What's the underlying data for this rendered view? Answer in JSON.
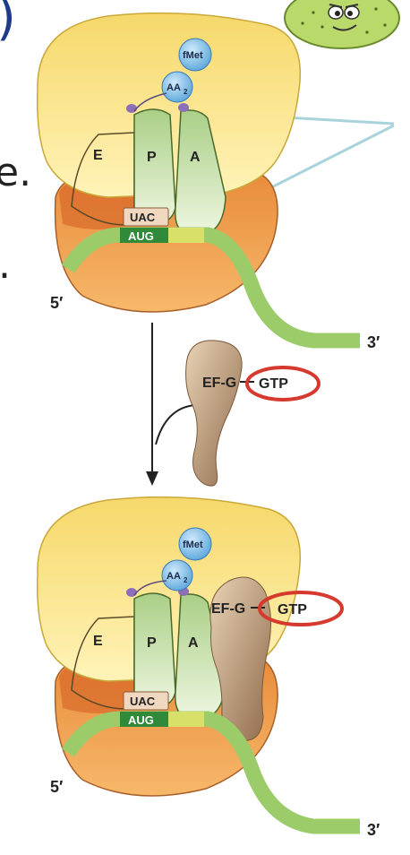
{
  "fragments": {
    "paren": ")",
    "e_dot": "e.",
    "dot": "."
  },
  "labels": {
    "five_prime": "5′",
    "three_prime": "3′",
    "site_e": "E",
    "site_p": "P",
    "site_a": "A",
    "fmet": "fMet",
    "aa2": "AA",
    "aa2_sub": "2",
    "anticodon": "UAC",
    "codon": "AUG",
    "efg": "EF-G",
    "gtp": "GTP"
  },
  "colors": {
    "large_subunit": "#fbe38a",
    "small_subunit": "#f2a04a",
    "small_subunit_dark": "#d9692a",
    "mrna": "#9ccc6a",
    "codon_box": "#2f8a3a",
    "trna": "#cfe4b0",
    "amino_acid": "#7fbfe8",
    "efg": "#b58a63",
    "gtp_ring": "#d63a2e",
    "pointer": "#a9d3dc",
    "bacterium": "#b9d96a"
  },
  "icons": [
    "bacterium-icon",
    "down-arrow-icon",
    "curved-arrow-icon"
  ]
}
